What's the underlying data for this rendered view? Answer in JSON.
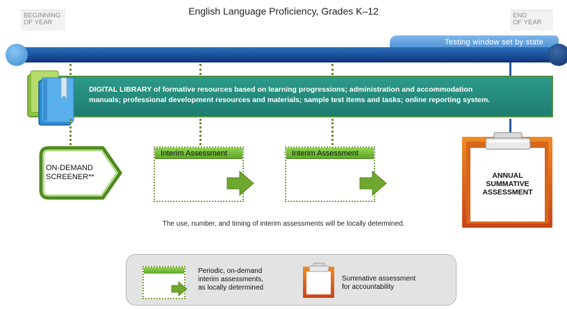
{
  "title": "English Language Proficiency, Grades K–12",
  "timeline": {
    "beginning_line1": "BEGINNING",
    "beginning_line2": "OF YEAR",
    "end_line1": "END",
    "end_line2": "OF YEAR",
    "testing_window": "Testing window set by state"
  },
  "library": {
    "line1": "DIGITAL LIBRARY of formative resources based on learning progressions; administration and accommodation",
    "line2": "manuals; professional development resources and materials; sample test items and tasks; online reporting system."
  },
  "screener": {
    "line1": "ON-DEMAND",
    "line2": "SCREENER**"
  },
  "interim": [
    {
      "header": "Interim Assessment"
    },
    {
      "header": "Interim Assessment"
    }
  ],
  "summative": {
    "line1": "ANNUAL",
    "line2": "SUMMATIVE",
    "line3": "ASSESSMENT"
  },
  "note": "The use, number, and timing of interim assessments will be locally determined.",
  "legend": {
    "interim_line1": "Periodic, on-demand",
    "interim_line2": "interim assessments,",
    "interim_line3": "as locally determined",
    "summative_line1": "Summative assessment",
    "summative_line2": "for accountability"
  },
  "colors": {
    "timeline_blue": "#1c4e9a",
    "library_teal": "#1d7d70",
    "interim_green": "#5fa82a",
    "summative_orange": "#e06a1e"
  }
}
